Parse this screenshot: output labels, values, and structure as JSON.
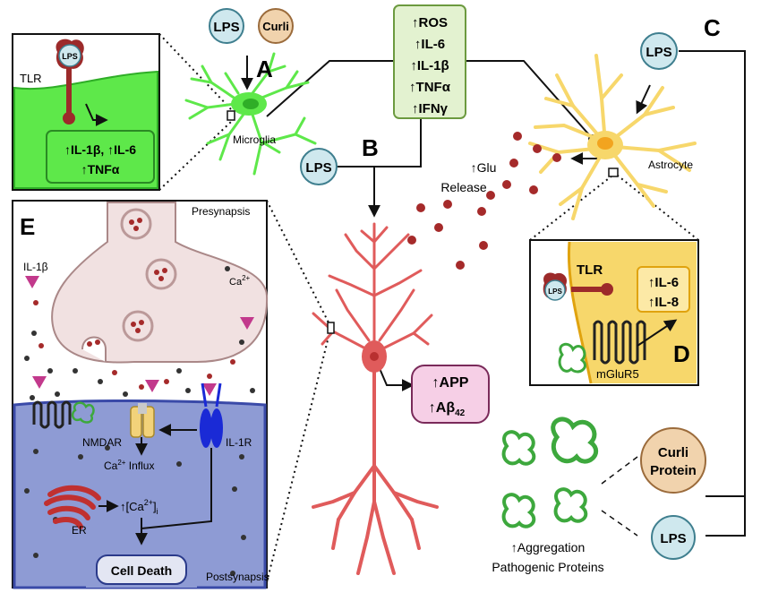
{
  "section_letters": {
    "a": "A",
    "b": "B",
    "c": "C",
    "d": "D",
    "e": "E"
  },
  "bubbles": {
    "lps_top": "LPS",
    "curli_top": "Curli",
    "lps_mid": "LPS",
    "lps_right": "LPS",
    "lps_inset": "LPS",
    "lps_astro_inset": "LPS",
    "lps_bottom": "LPS",
    "curli_protein_1": "Curli",
    "curli_protein_2": "Protein"
  },
  "cytokine_box": [
    "↑ROS",
    "↑IL-6",
    "↑IL-1β",
    "↑TNFα",
    "↑IFNγ"
  ],
  "microglia_inset": {
    "tlr": "TLR",
    "line1": "↑IL-1β, ↑IL-6",
    "line2": "↑TNFα"
  },
  "labels": {
    "microglia": "Microglia",
    "astrocyte": "Astrocyte",
    "glu_1": "↑Glu",
    "glu_2": "Release"
  },
  "astro_inset": {
    "tlr": "TLR",
    "il6": "↑IL-6",
    "il8": "↑IL-8",
    "mglur5": "mGluR5"
  },
  "neuron_box": {
    "app": "↑APP",
    "abeta": "↑Aβ",
    "abeta_sub": "42"
  },
  "synapse": {
    "presynapsis": "Presynapsis",
    "postsynapsis": "Postsynapsis",
    "il1b": "IL-1β",
    "ca": "Ca",
    "ca_sup": "2+",
    "nmdar": "NMDAR",
    "il1r": "IL-1R",
    "influx_pre": "Ca",
    "influx_sup": "2+",
    "influx_post": " Influx",
    "ca_i_1": "↑[Ca",
    "ca_i_sup": "2+",
    "ca_i_2": "]",
    "ca_i_sub": "i",
    "er": "ER",
    "cell_death": "Cell Death"
  },
  "aggregation": {
    "line1": "↑Aggregation",
    "line2": "Pathogenic Proteins"
  },
  "colors": {
    "microglia": "#5ee84a",
    "astrocyte": "#f7d76b",
    "neuron": "#e05b5b",
    "lps_fill": "#cfe8ee",
    "curli_fill": "#f1d3ad",
    "cytokine_fill": "#e3f2d0",
    "app_fill": "#f6cfe6",
    "postsynapse": "#8e9bd4",
    "presynapse": "#f1e1e1",
    "il1b_triangle": "#c2398c",
    "aggregate": "#3da83d",
    "glu_dot": "#a52a2a"
  }
}
